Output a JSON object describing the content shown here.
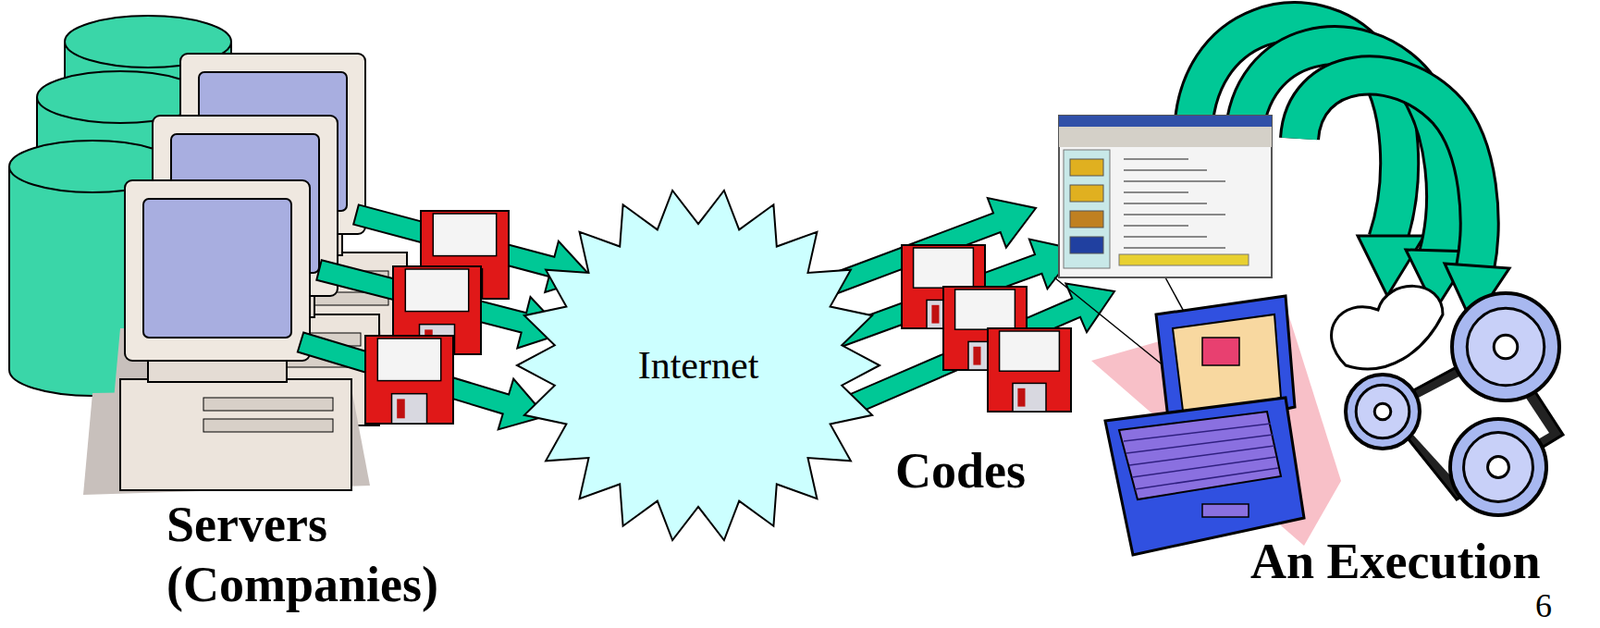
{
  "diagram": {
    "nodes": [
      {
        "text": [
          "Internet"
        ]
      }
    ],
    "edges": [],
    "labels": [
      "Servers",
      "(Companies)",
      "Codes",
      "An Execution",
      "6"
    ]
  }
}
